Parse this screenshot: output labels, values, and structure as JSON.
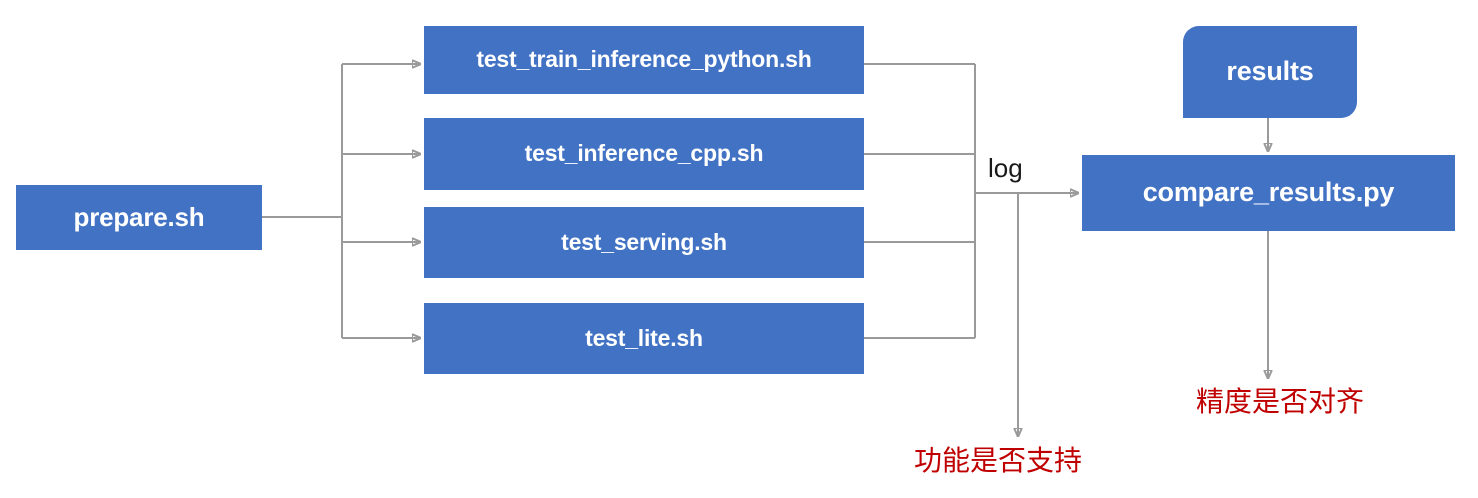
{
  "diagram": {
    "title": "Paddle test tipc pipeline flowchart",
    "colors": {
      "node_blue": "#4272c4",
      "node_text": "#ffffff",
      "edge_gray": "#9a9a9a",
      "arrow_gray": "#808080",
      "annotation_red": "#c00000",
      "label_black": "#1a1a1a",
      "background": "#ffffff"
    }
  },
  "nodes": {
    "prepare": {
      "label": "prepare.sh",
      "shape": "rectangle"
    },
    "results": {
      "label": "results",
      "shape": "rounded-tag"
    },
    "compare": {
      "label": "compare_results.py",
      "shape": "rectangle"
    },
    "tests": [
      {
        "label": "test_train_inference_python.sh",
        "shape": "rectangle"
      },
      {
        "label": "test_inference_cpp.sh",
        "shape": "rectangle"
      },
      {
        "label": "test_serving.sh",
        "shape": "rectangle"
      },
      {
        "label": "test_lite.sh",
        "shape": "rectangle"
      }
    ]
  },
  "edge_labels": {
    "log": "log"
  },
  "annotations": {
    "function_supported": "功能是否支持",
    "precision_aligned": "精度是否对齐"
  }
}
